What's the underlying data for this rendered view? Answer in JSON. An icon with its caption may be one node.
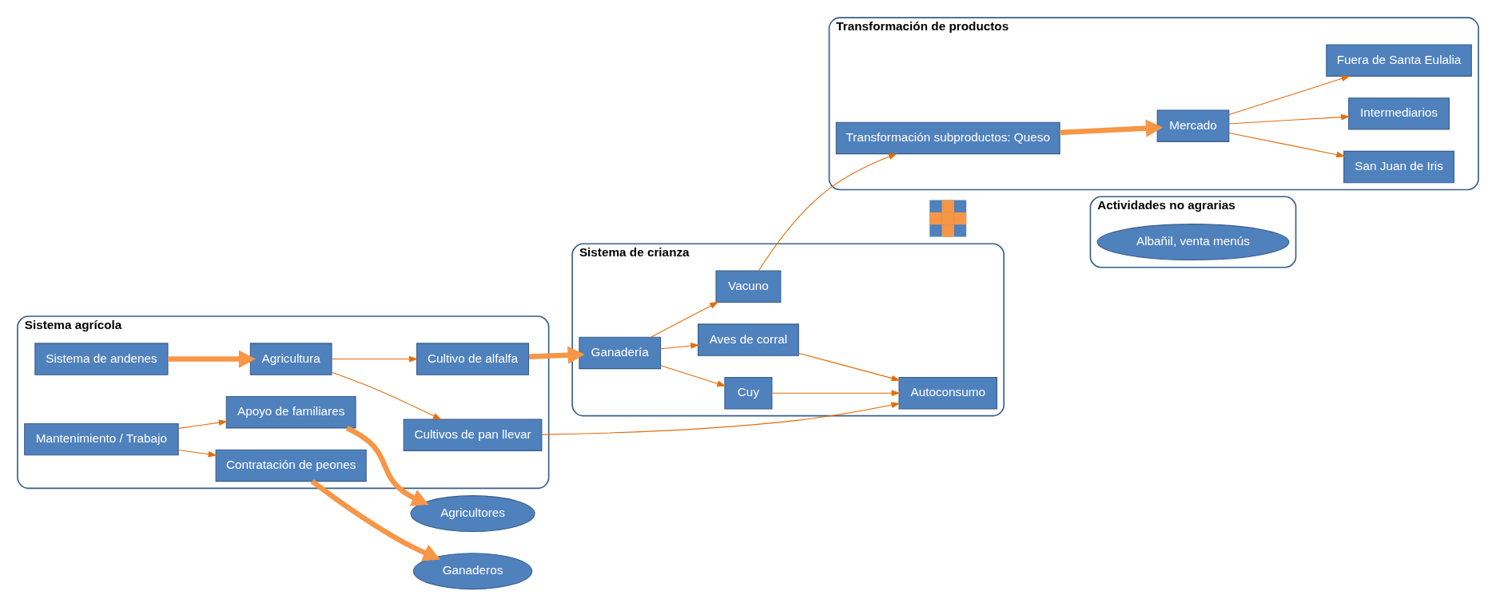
{
  "diagram": {
    "nodes": [
      {
        "text": [
          "Sistema agrícola"
        ]
      },
      {
        "text": [
          "Sistema de andenes"
        ],
        "in": 0
      },
      {
        "text": [
          "Agricultura"
        ],
        "in": 0
      },
      {
        "text": [
          "Cultivos de pan llevar"
        ],
        "in": 0
      },
      {
        "text": [
          "Cultivo de alfalfa"
        ],
        "in": 0
      },
      {
        "text": [
          "Mantenimiento / Trabajo"
        ],
        "in": 0
      },
      {
        "text": [
          "Apoyo de familiares"
        ],
        "in": 0
      },
      {
        "text": [
          "Contratación de peones"
        ],
        "in": 0
      },
      {
        "text": [
          "Agricultores"
        ]
      },
      {
        "text": [
          "Ganaderos"
        ]
      },
      {
        "text": [
          "Sistema de crianza"
        ]
      },
      {
        "text": [
          "Autoconsumo"
        ],
        "in": 10
      },
      {
        "text": [
          "Ganadería"
        ],
        "in": 10
      },
      {
        "text": [
          "Cuy"
        ],
        "in": 10
      },
      {
        "text": [
          "Aves de corral"
        ],
        "in": 10
      },
      {
        "text": [
          "Vacuno"
        ],
        "in": 10
      },
      {
        "text": [
          "Transformación de productos"
        ]
      },
      {
        "text": [
          "Transformación subproductos: Queso"
        ],
        "in": 16
      },
      {
        "text": [
          "Mercado"
        ],
        "in": 16
      },
      {
        "text": [
          "San Juan de Iris"
        ],
        "in": 16
      },
      {
        "text": [
          "Intermediarios"
        ],
        "in": 16
      },
      {
        "text": [
          "Fuera de Santa Eulalia"
        ],
        "in": 16
      },
      {
        "text": [],
        "shape": "plus"
      },
      {
        "text": [
          "Actividades no agrarias"
        ]
      },
      {
        "text": [
          "Albañil, venta menús"
        ],
        "in": 23
      }
    ],
    "edges": [
      {
        "from": 1,
        "to": 2,
        "arrow": "to",
        "style": "thick"
      },
      {
        "from": 2,
        "to": 3,
        "arrow": "to"
      },
      {
        "from": 2,
        "to": 4,
        "arrow": "to"
      },
      {
        "from": 5,
        "to": 6,
        "arrow": "to"
      },
      {
        "from": 5,
        "to": 7,
        "arrow": "to"
      },
      {
        "from": 6,
        "to": 8,
        "arrow": "to",
        "style": "thick"
      },
      {
        "from": 7,
        "to": 9,
        "arrow": "to",
        "style": "thick"
      },
      {
        "from": 3,
        "to": 11,
        "arrow": "to"
      },
      {
        "from": 4,
        "to": 12,
        "arrow": "to",
        "style": "thick"
      },
      {
        "from": 12,
        "to": 13,
        "arrow": "to"
      },
      {
        "from": 12,
        "to": 14,
        "arrow": "to"
      },
      {
        "from": 12,
        "to": 15,
        "arrow": "to"
      },
      {
        "from": 13,
        "to": 11,
        "arrow": "to"
      },
      {
        "from": 14,
        "to": 11,
        "arrow": "to"
      },
      {
        "from": 15,
        "to": 17,
        "arrow": "to"
      },
      {
        "from": 17,
        "to": 18,
        "arrow": "to",
        "style": "thick"
      },
      {
        "from": 18,
        "to": 19,
        "arrow": "to"
      },
      {
        "from": 18,
        "to": 20,
        "arrow": "to"
      },
      {
        "from": 18,
        "to": 21,
        "arrow": "to"
      }
    ]
  }
}
